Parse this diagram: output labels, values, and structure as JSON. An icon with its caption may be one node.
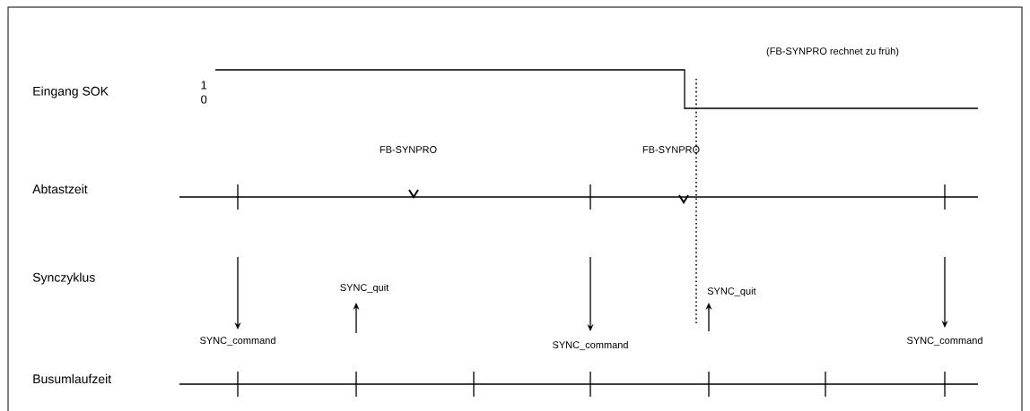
{
  "diagram": {
    "labels": [
      "(FB-SYNPRO rechnet zu früh)",
      "1",
      "Eingang SOK",
      "0",
      "FB-SYNPRO",
      "FB-SYNPRO",
      "Abtastzeit",
      "Synczyklus",
      "SYNC_quit",
      "SYNC_quit",
      "SYNC_command",
      "SYNC_command",
      "SYNC_command",
      "Busumlaufzeit"
    ]
  }
}
